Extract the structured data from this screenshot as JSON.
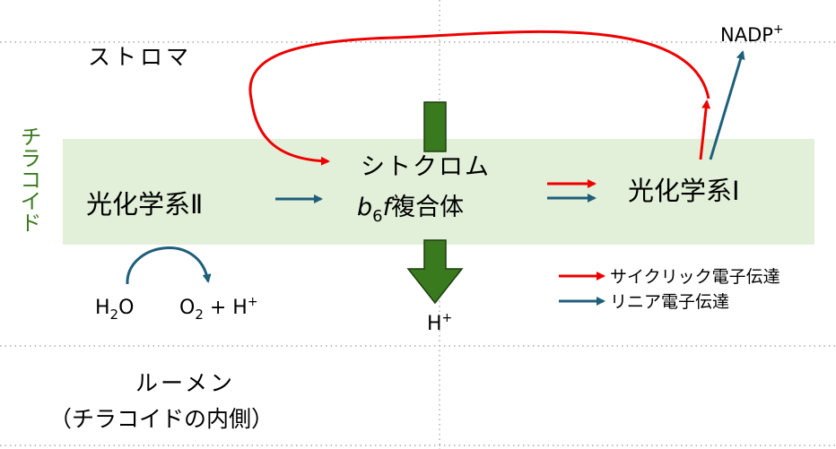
{
  "labels": {
    "stroma": "ストロマ",
    "thylakoid": "チラコイド",
    "psii": "光化学系Ⅱ",
    "cytochrome_line1": "シトクロム",
    "cytochrome_b": "b",
    "cytochrome_sub": "6",
    "cytochrome_f": "f",
    "cytochrome_rest": "複合体",
    "psi": "光化学系Ⅰ",
    "nadp": "NADP",
    "nadp_sup": "+",
    "h2o_h": "H",
    "h2o_sub": "2",
    "h2o_o": "O",
    "o2_o": "O",
    "o2_sub": "2",
    "o2_rest": " + H",
    "o2_sup": "+",
    "hplus": "H",
    "hplus_sup": "+",
    "lumen_line1": "ルーメン",
    "lumen_line2": "（チラコイドの内側）"
  },
  "legend": {
    "cyclic": "サイクリック電子伝達",
    "linear": "リニア電子伝達"
  },
  "colors": {
    "membrane": "#e2f0d9",
    "cyclic_arrow": "#ee0000",
    "linear_arrow": "#1f5f7a",
    "proton_arrow": "#3a7a1e",
    "thylakoid_text": "#3a7a1e",
    "text": "#000000"
  }
}
